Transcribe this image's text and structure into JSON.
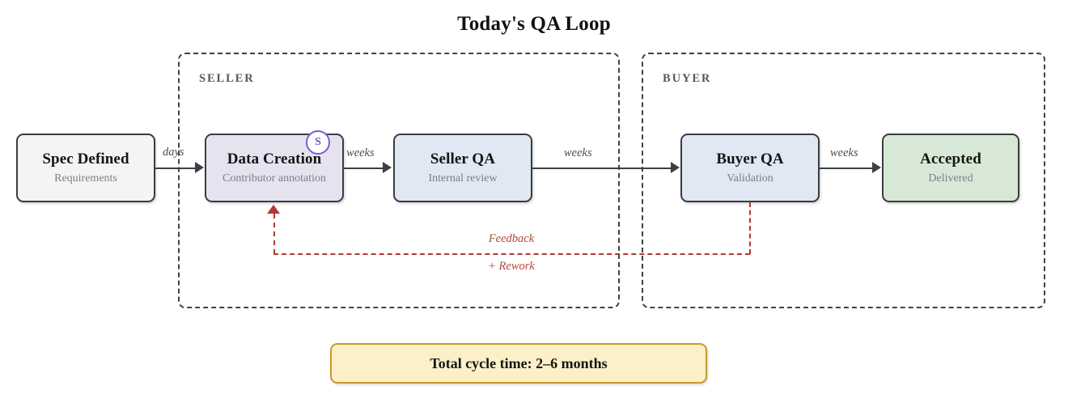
{
  "title": "Today's QA Loop",
  "lanes": [
    {
      "label": "SELLER"
    },
    {
      "label": "BUYER"
    }
  ],
  "nodes": [
    {
      "id": "spec",
      "title": "Spec Defined",
      "subtitle": "Requirements",
      "fill": "#f4f4f5"
    },
    {
      "id": "creation",
      "title": "Data Creation",
      "subtitle": "Contributor annotation",
      "fill": "#e7e2f0",
      "badge": "S",
      "badge_color": "#7a5fd0"
    },
    {
      "id": "sellerqa",
      "title": "Seller QA",
      "subtitle": "Internal review",
      "fill": "#dfe8f3"
    },
    {
      "id": "buyerqa",
      "title": "Buyer QA",
      "subtitle": "Validation",
      "fill": "#dfe8f3"
    },
    {
      "id": "accepted",
      "title": "Accepted",
      "subtitle": "Delivered",
      "fill": "#d8e8d6"
    }
  ],
  "edges": [
    {
      "from": "spec",
      "to": "creation",
      "label": "days"
    },
    {
      "from": "creation",
      "to": "sellerqa",
      "label": "weeks"
    },
    {
      "from": "sellerqa",
      "to": "buyerqa",
      "label": "weeks"
    },
    {
      "from": "buyerqa",
      "to": "accepted",
      "label": "weeks"
    }
  ],
  "feedback": {
    "from": "buyerqa",
    "to": "creation",
    "label_top": "Feedback",
    "label_bottom": "+ Rework",
    "color": "#b33a32"
  },
  "banner": {
    "text": "Total cycle time: 2–6 months",
    "fill": "#fcf0c8",
    "border": "#c9992b"
  }
}
